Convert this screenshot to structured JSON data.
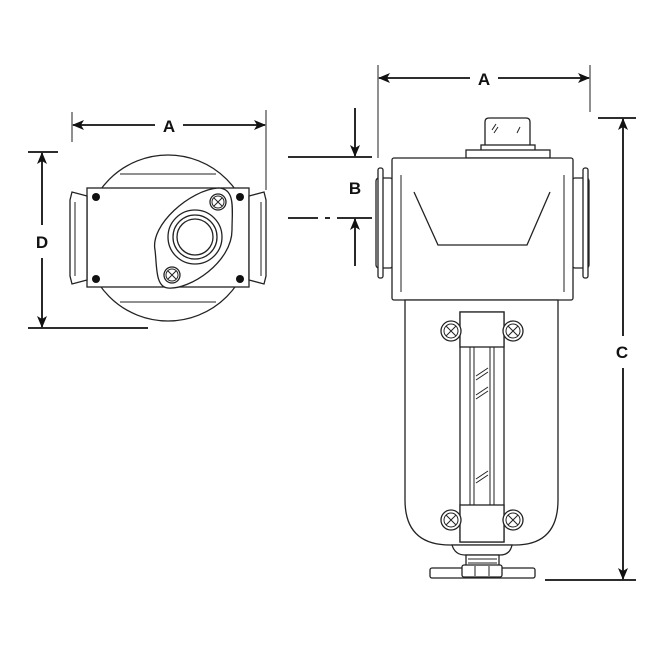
{
  "labels": {
    "top_view_width": "A",
    "top_view_depth": "D",
    "front_view_width": "A",
    "port_offset": "B",
    "overall_height": "C"
  },
  "colors": {
    "line": "#222222",
    "background": "#ffffff"
  }
}
